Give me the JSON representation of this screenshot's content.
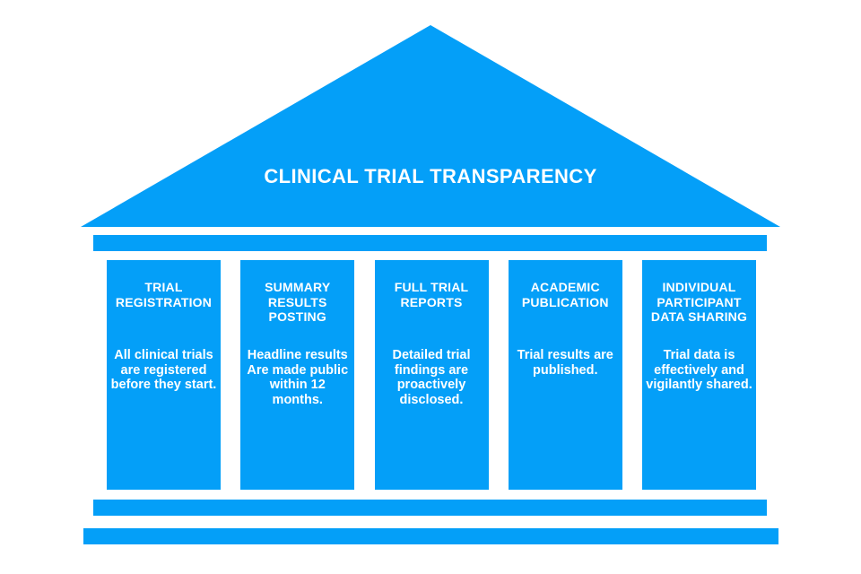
{
  "diagram": {
    "title": "CLINICAL TRIAL TRANSPARENCY",
    "accent_color": "#049FF8",
    "text_color": "#FFFFFF",
    "pillars": [
      {
        "heading": "TRIAL\nREGISTRATION",
        "body": "All clinical trials\nare registered\nbefore they start."
      },
      {
        "heading": "SUMMARY\nRESULTS\nPOSTING",
        "body": "Headline results\nAre made public\nwithin 12\nmonths."
      },
      {
        "heading": "FULL TRIAL\nREPORTS",
        "body": "Detailed trial\nfindings are\nproactively\ndisclosed."
      },
      {
        "heading": "ACADEMIC\nPUBLICATION",
        "body": "Trial results are\npublished."
      },
      {
        "heading": "INDIVIDUAL\nPARTICIPANT\nDATA SHARING",
        "body": "Trial data is\neffectively and\nvigilantly shared."
      }
    ]
  }
}
